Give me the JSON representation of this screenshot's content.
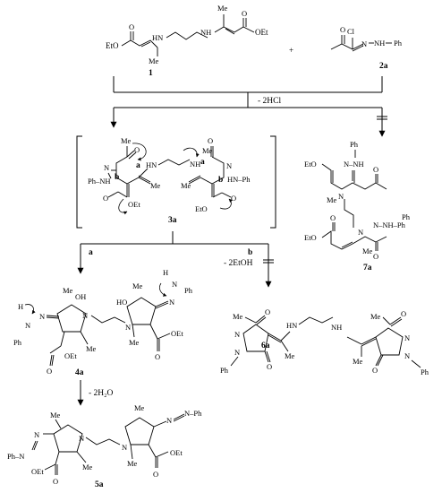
{
  "compounds": {
    "c1": "1",
    "c2a": "2a",
    "c3a": "3a",
    "c4a": "4a",
    "c5a": "5a",
    "c6a": "6a",
    "c7a": "7a"
  },
  "conditions": {
    "hcl": "- 2HCl",
    "etoh": "- 2EtOH",
    "water": "- 2H₂O"
  },
  "paths": {
    "a": "a",
    "b": "b"
  },
  "plus": "+",
  "atoms": {
    "eto2c": "EtO",
    "oet": "OEt",
    "me": "Me",
    "nh": "NH",
    "hn": "HN",
    "ph": "Ph",
    "cl": "Cl",
    "o": "O",
    "n": "N",
    "nhnh": "N–NH",
    "ph_nh": "Ph–NH",
    "hn_nh_ph": "HN–Ph",
    "ph_n": "Ph–N",
    "n_ph": "N–Ph",
    "oh": "OH",
    "ho": "HO",
    "h": "H",
    "nnph": "N–NH–Ph"
  }
}
